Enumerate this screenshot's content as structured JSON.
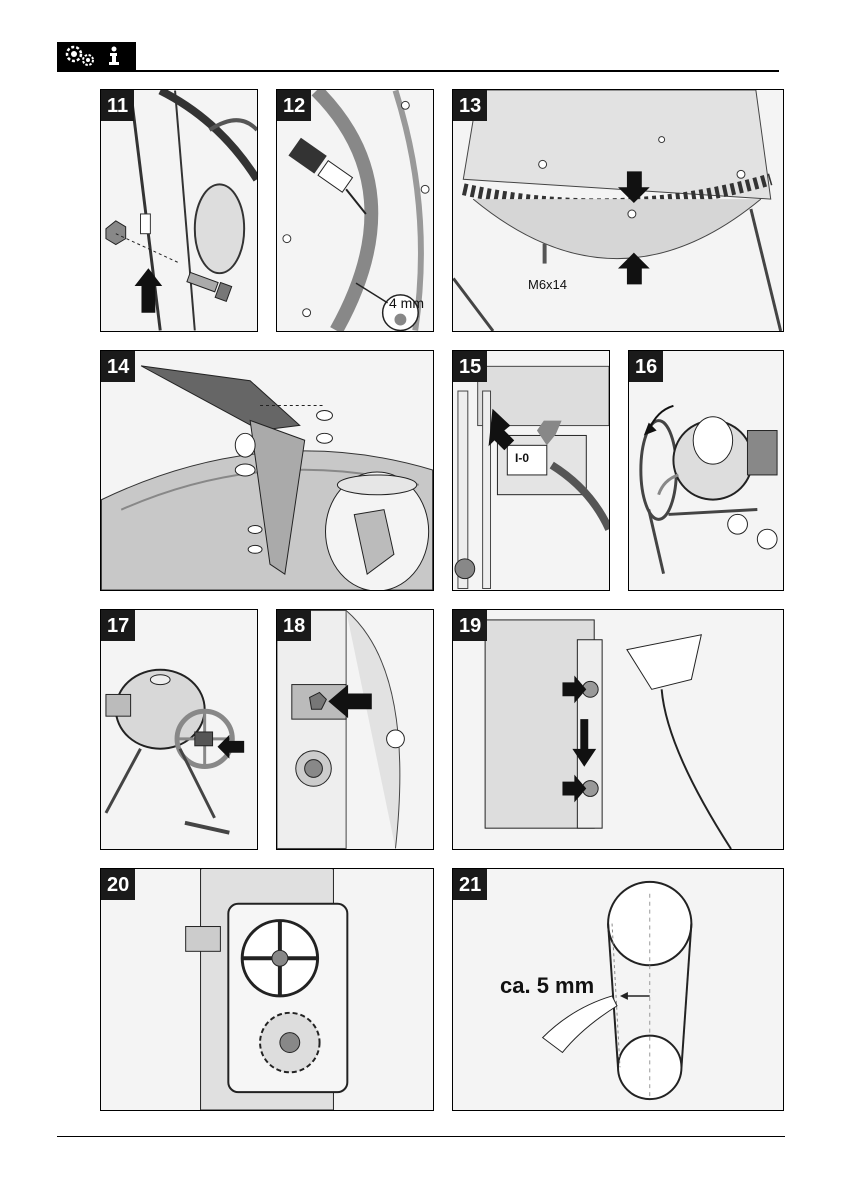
{
  "header": {
    "icon": "settings-info-icon"
  },
  "panels": [
    {
      "number": "11"
    },
    {
      "number": "12",
      "label": "4 mm"
    },
    {
      "number": "13",
      "label": "M6x14"
    },
    {
      "number": "14"
    },
    {
      "number": "15",
      "switch_label": "I-0"
    },
    {
      "number": "16"
    },
    {
      "number": "17"
    },
    {
      "number": "18"
    },
    {
      "number": "19"
    },
    {
      "number": "20"
    },
    {
      "number": "21",
      "label": "ca. 5 mm"
    }
  ]
}
